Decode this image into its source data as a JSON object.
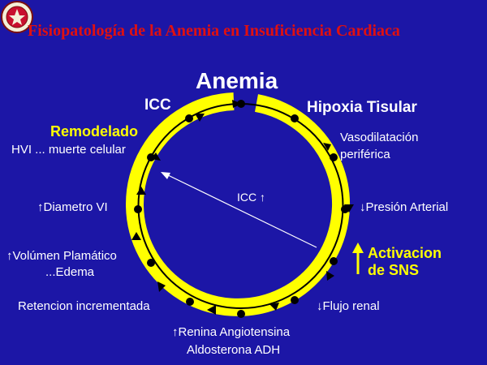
{
  "header": {
    "title": "Fisiopatología de la Anemia en Insuficiencia Cardiaca"
  },
  "colors": {
    "background": "#1c16a6",
    "ring": "#ffff00",
    "title": "#e01010",
    "highlight": "#ffff00",
    "text": "#ffffff",
    "dot": "#000000"
  },
  "diagram": {
    "top": "Anemia",
    "icc_left": "ICC",
    "hipoxia": "Hipoxia Tisular",
    "vasodilatacion_1": "Vasodilatación",
    "vasodilatacion_2": "periférica",
    "presion": "Presión Arterial",
    "activacion_1": "Activacion",
    "activacion_2": "de SNS",
    "flujo": "Flujo renal",
    "renina": "Renina Angiotensina",
    "aldosterona": "Aldosterona ADH",
    "retencion": "Retencion incrementada",
    "volumen": "Volúmen Plamático",
    "edema": "...Edema",
    "diametro": "Diametro VI",
    "remodelado": "Remodelado",
    "hvi": "HVI ... muerte celular",
    "icc_center": "ICC",
    "up_arrow": "↑",
    "down_arrow": "↓"
  }
}
